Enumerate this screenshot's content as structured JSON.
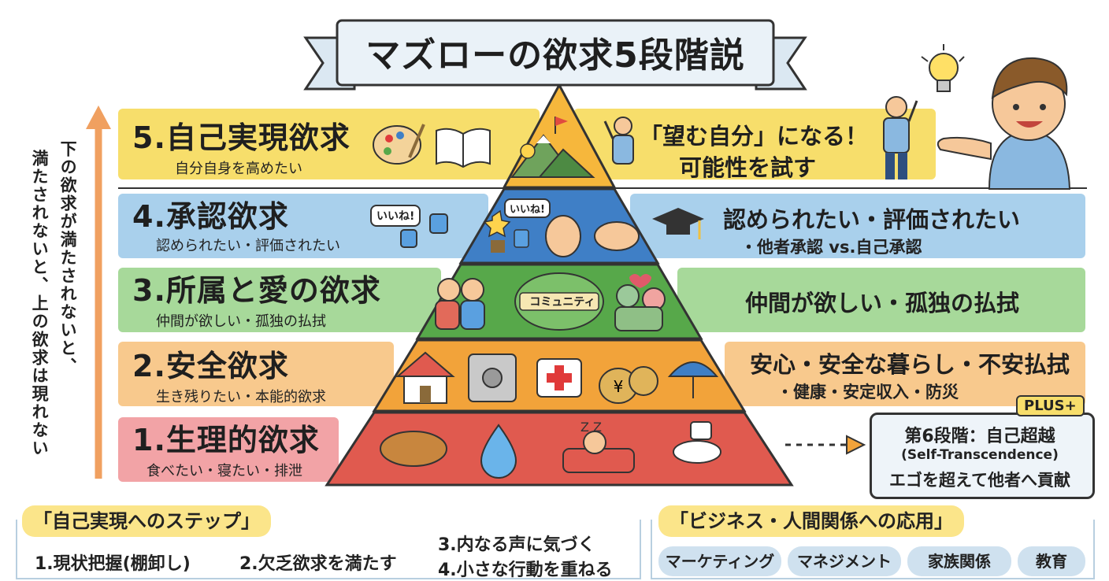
{
  "title": "マズローの欲求5段階説",
  "side_note": "下の欲求が満たされないと、満たされないと、上の欲求は現れない",
  "side_note_lines": [
    "下の欲求が満たされないと、",
    "満たされないと、上の欲求は現れない"
  ],
  "levels": [
    {
      "title": "5.自己実現欲求",
      "sub": "自分自身を高めたい",
      "right_main_1": "「望む自分」になる！",
      "right_main_2": "可能性を試す",
      "color": "#f7de6b"
    },
    {
      "title": "4.承認欲求",
      "sub": "認められたい・評価されたい",
      "right_main": "認められたい・評価されたい",
      "right_sub": "・他者承認 vs.自己承認",
      "bubble": "いいね!",
      "color": "#a9d0ec"
    },
    {
      "title": "3.所属と愛の欲求",
      "sub": "仲間が欲しい・孤独の払拭",
      "right_main": "仲間が欲しい・孤独の払拭",
      "community": "コミュニティ",
      "color": "#a7d99a"
    },
    {
      "title": "2.安全欲求",
      "sub": "生き残りたい・本能的欲求",
      "right_main": "安心・安全な暮らし・不安払拭",
      "right_sub": "・健康・安定収入・防災",
      "color": "#f8c98d"
    },
    {
      "title": "1.生理的欲求",
      "sub": "食べたい・寝たい・排泄",
      "color": "#f2a3a6"
    }
  ],
  "plus": {
    "badge": "PLUS+",
    "line1": "第6段階：自己超越",
    "line2": "(Self-Transcendence)",
    "line3": "エゴを超えて他者へ貢献"
  },
  "steps": {
    "heading": "「自己実現へのステップ」",
    "items": [
      "1.現状把握(棚卸し)",
      "2.欠乏欲求を満たす",
      "3.内なる声に気づく",
      "4.小さな行動を重ねる"
    ]
  },
  "applications": {
    "heading": "「ビジネス・人間関係への応用」",
    "items": [
      "マーケティング",
      "マネジメント",
      "家族関係",
      "教育"
    ]
  },
  "icon_text": {
    "zzz": "Z Z",
    "yen": "¥"
  },
  "colors": {
    "pyramid_top": "#f6b73c",
    "pyramid_4": "#3f7fc6",
    "pyramid_3": "#57a84a",
    "pyramid_2": "#f2a33a",
    "pyramid_1": "#e05a4f",
    "arrow": "#f0a060",
    "ribbon": "#dbe8f2"
  }
}
